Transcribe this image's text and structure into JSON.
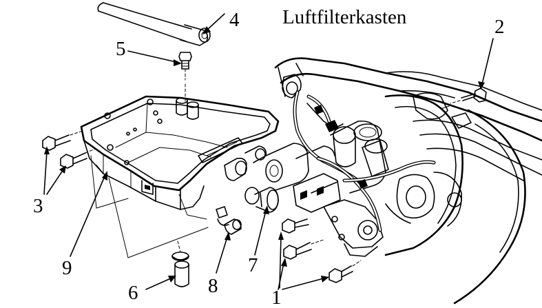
{
  "title": "Luftfilterkasten",
  "callouts": {
    "c1": "1",
    "c2": "2",
    "c3": "3",
    "c4": "4",
    "c5": "5",
    "c6": "6",
    "c7": "7",
    "c8": "8",
    "c9": "9"
  },
  "colors": {
    "ink": "#000000",
    "paper": "#ffffff"
  }
}
